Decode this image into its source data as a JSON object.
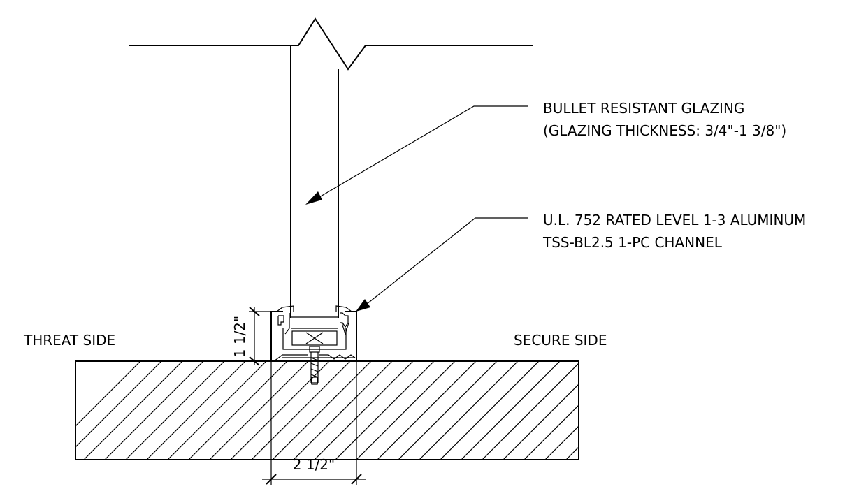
{
  "labels": {
    "glazing_line1": "BULLET RESISTANT GLAZING",
    "glazing_line2": "(GLAZING THICKNESS: 3/4\"-1 3/8\")",
    "channel_line1": "U.L. 752 RATED LEVEL 1-3 ALUMINUM",
    "channel_line2": "TSS-BL2.5 1-PC CHANNEL",
    "threat_side": "THREAT SIDE",
    "secure_side": "SECURE SIDE"
  },
  "dimensions": {
    "height": "1 1/2\"",
    "width": "2 1/2\""
  }
}
